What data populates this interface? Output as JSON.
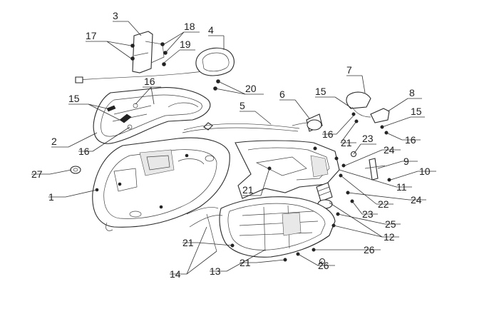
{
  "callouts": [
    {
      "id": "c1",
      "text": "1"
    },
    {
      "id": "c2",
      "text": "2"
    },
    {
      "id": "c3",
      "text": "3"
    },
    {
      "id": "c4",
      "text": "4"
    },
    {
      "id": "c5",
      "text": "5"
    },
    {
      "id": "c6",
      "text": "6"
    },
    {
      "id": "c7",
      "text": "7"
    },
    {
      "id": "c8",
      "text": "8"
    },
    {
      "id": "c9",
      "text": "9"
    },
    {
      "id": "c10",
      "text": "10"
    },
    {
      "id": "c11",
      "text": "11"
    },
    {
      "id": "c12",
      "text": "12"
    },
    {
      "id": "c13",
      "text": "13"
    },
    {
      "id": "c14",
      "text": "14"
    },
    {
      "id": "c15a",
      "text": "15"
    },
    {
      "id": "c15b",
      "text": "15"
    },
    {
      "id": "c15c",
      "text": "15"
    },
    {
      "id": "c16a",
      "text": "16"
    },
    {
      "id": "c16b",
      "text": "16"
    },
    {
      "id": "c16c",
      "text": "16"
    },
    {
      "id": "c16d",
      "text": "16"
    },
    {
      "id": "c17",
      "text": "17"
    },
    {
      "id": "c18",
      "text": "18"
    },
    {
      "id": "c19",
      "text": "19"
    },
    {
      "id": "c20",
      "text": "20"
    },
    {
      "id": "c21a",
      "text": "21"
    },
    {
      "id": "c21b",
      "text": "21"
    },
    {
      "id": "c21c",
      "text": "21"
    },
    {
      "id": "c21d",
      "text": "21"
    },
    {
      "id": "c22",
      "text": "22"
    },
    {
      "id": "c23a",
      "text": "23"
    },
    {
      "id": "c23b",
      "text": "23"
    },
    {
      "id": "c24a",
      "text": "24"
    },
    {
      "id": "c24b",
      "text": "24"
    },
    {
      "id": "c25",
      "text": "25"
    },
    {
      "id": "c26a",
      "text": "26"
    },
    {
      "id": "c26b",
      "text": "26"
    },
    {
      "id": "c27",
      "text": "27"
    }
  ]
}
